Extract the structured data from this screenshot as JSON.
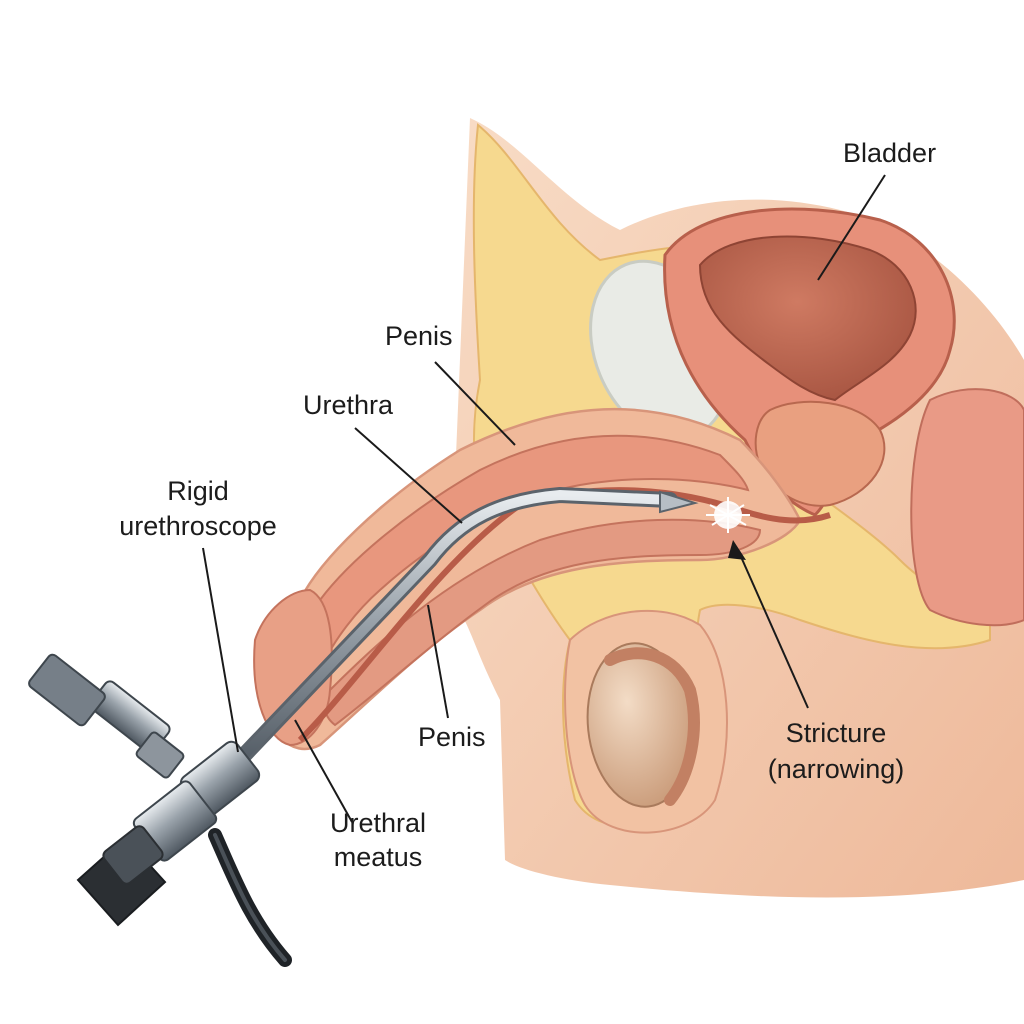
{
  "labels": {
    "bladder": "Bladder",
    "penis_top": "Penis",
    "urethra": "Urethra",
    "rigid_line1": "Rigid",
    "rigid_line2": "urethroscope",
    "penis_bottom": "Penis",
    "meatus_line1": "Urethral",
    "meatus_line2": "meatus",
    "stricture_line1": "Stricture",
    "stricture_line2": "(narrowing)"
  },
  "colors": {
    "background": "#ffffff",
    "skin": "#f3c7a6",
    "fat": "#f6d98f",
    "muscle": "#e7907a",
    "bladder_lumen": "#c96a55",
    "instrument": "#9aa3ab",
    "label_text": "#1c1c1c"
  }
}
